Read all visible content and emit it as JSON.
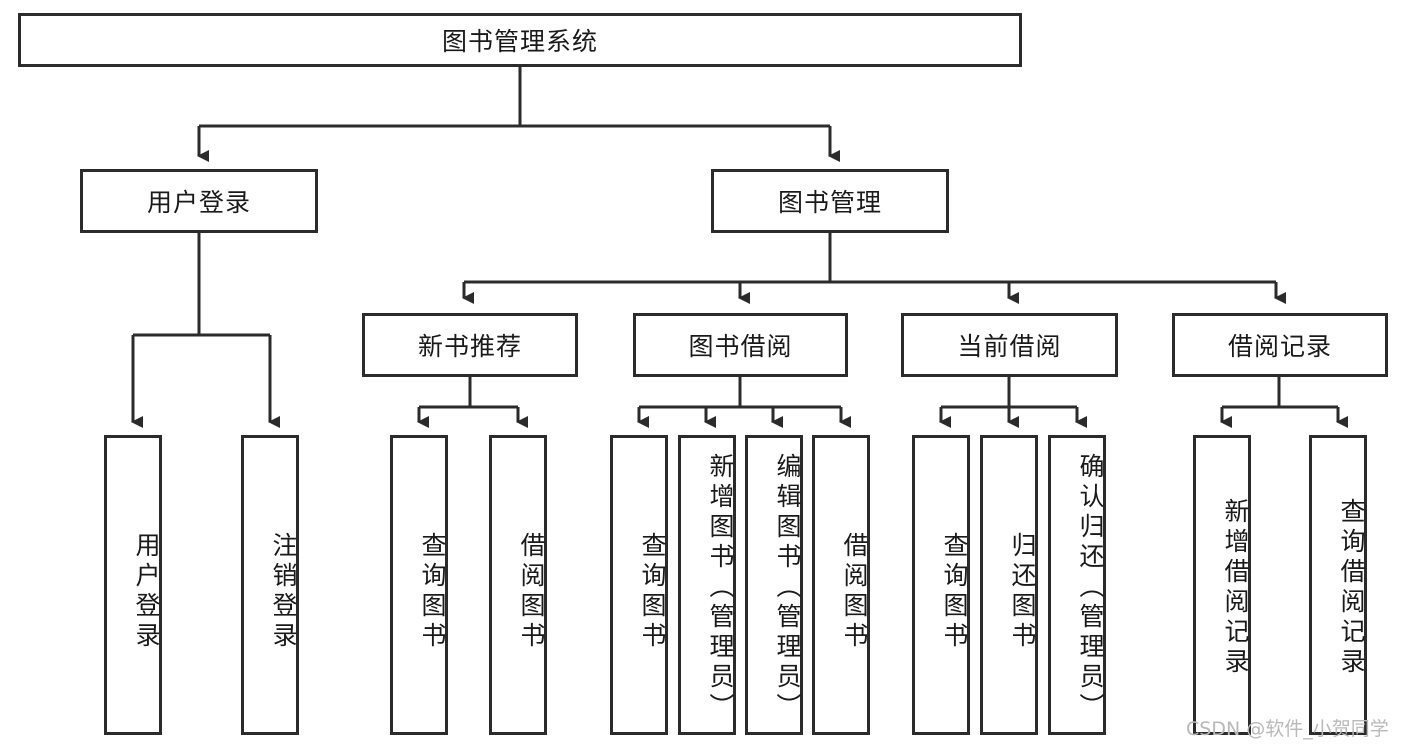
{
  "diagram": {
    "title": "图书管理系统",
    "watermark": "CSDN @软件_小贺同学",
    "stroke_color": "#2b2b2b",
    "background_color": "#ffffff",
    "nodes": {
      "root": "图书管理系统",
      "level1": [
        {
          "id": "user-login",
          "label": "用户登录"
        },
        {
          "id": "book-management",
          "label": "图书管理"
        }
      ],
      "level2": [
        {
          "id": "new-book-recommend",
          "label": "新书推荐"
        },
        {
          "id": "book-borrow",
          "label": "图书借阅"
        },
        {
          "id": "current-borrow",
          "label": "当前借阅"
        },
        {
          "id": "borrow-record",
          "label": "借阅记录"
        }
      ],
      "leaves": {
        "user_login": [
          {
            "id": "user-login-leaf",
            "label": "用户登录"
          },
          {
            "id": "logout-leaf",
            "label": "注销登录"
          }
        ],
        "new_book_recommend": [
          {
            "id": "query-book-1",
            "label": "查询图书"
          },
          {
            "id": "borrow-book-1",
            "label": "借阅图书"
          }
        ],
        "book_borrow": [
          {
            "id": "query-book-2",
            "label": "查询图书"
          },
          {
            "id": "add-book-admin",
            "label": "新增图书（管理员）"
          },
          {
            "id": "edit-book-admin",
            "label": "编辑图书（管理员）"
          },
          {
            "id": "borrow-book-2",
            "label": "借阅图书"
          }
        ],
        "current_borrow": [
          {
            "id": "query-book-3",
            "label": "查询图书"
          },
          {
            "id": "return-book",
            "label": "归还图书"
          },
          {
            "id": "confirm-return-admin",
            "label": "确认归还（管理员）"
          }
        ],
        "borrow_record": [
          {
            "id": "add-borrow-record",
            "label": "新增借阅记录"
          },
          {
            "id": "query-borrow-record",
            "label": "查询借阅记录"
          }
        ]
      }
    }
  }
}
